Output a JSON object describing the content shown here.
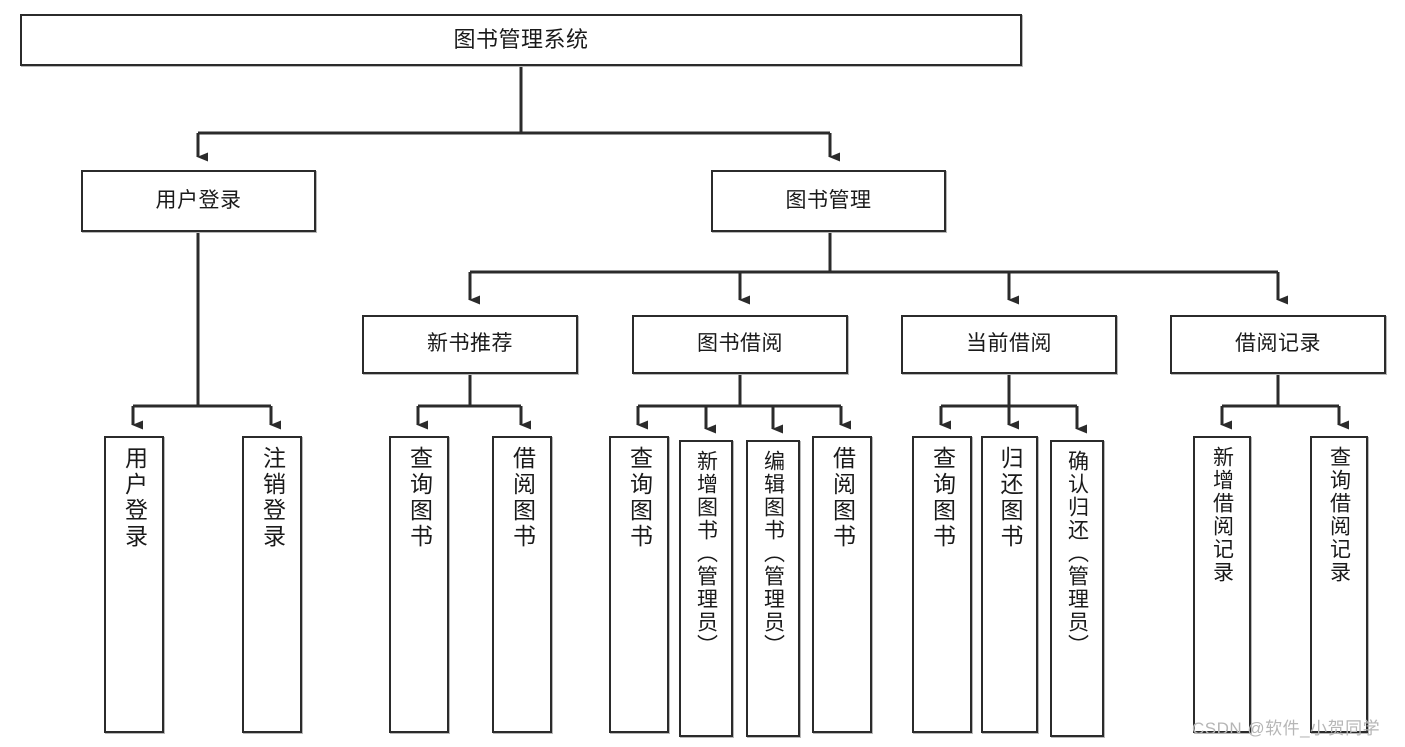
{
  "diagram": {
    "title": "图书管理系统",
    "type": "tree",
    "watermark": "CSDN @软件_小贺同学",
    "colors": {
      "node_border": "#2b2b2b",
      "node_fill": "#ffffff",
      "edge": "#2b2b2b",
      "watermark": "#b6b6b6",
      "background": "#ffffff"
    },
    "nodes": {
      "root": {
        "label": "图书管理系统"
      },
      "level1": [
        {
          "id": "user-login",
          "label": "用户登录"
        },
        {
          "id": "book-management",
          "label": "图书管理"
        }
      ],
      "level2": [
        {
          "id": "new-book-recommend",
          "label": "新书推荐"
        },
        {
          "id": "book-borrow",
          "label": "图书借阅"
        },
        {
          "id": "current-borrow",
          "label": "当前借阅"
        },
        {
          "id": "borrow-record",
          "label": "借阅记录"
        }
      ],
      "leaves": {
        "user-login": [
          {
            "id": "leaf-user-login",
            "label": "用户登录"
          },
          {
            "id": "leaf-logout-login",
            "label": "注销登录"
          }
        ],
        "new-book-recommend": [
          {
            "id": "leaf-query-book-1",
            "label": "查询图书"
          },
          {
            "id": "leaf-borrow-book-1",
            "label": "借阅图书"
          }
        ],
        "book-borrow": [
          {
            "id": "leaf-query-book-2",
            "label": "查询图书"
          },
          {
            "id": "leaf-add-book",
            "label": "新增图书（管理员）"
          },
          {
            "id": "leaf-edit-book",
            "label": "编辑图书（管理员）"
          },
          {
            "id": "leaf-borrow-book-2",
            "label": "借阅图书"
          }
        ],
        "current-borrow": [
          {
            "id": "leaf-query-book-3",
            "label": "查询图书"
          },
          {
            "id": "leaf-return-book",
            "label": "归还图书"
          },
          {
            "id": "leaf-confirm-return",
            "label": "确认归还（管理员）"
          }
        ],
        "borrow-record": [
          {
            "id": "leaf-add-record",
            "label": "新增借阅记录"
          },
          {
            "id": "leaf-query-record",
            "label": "查询借阅记录"
          }
        ]
      }
    }
  }
}
